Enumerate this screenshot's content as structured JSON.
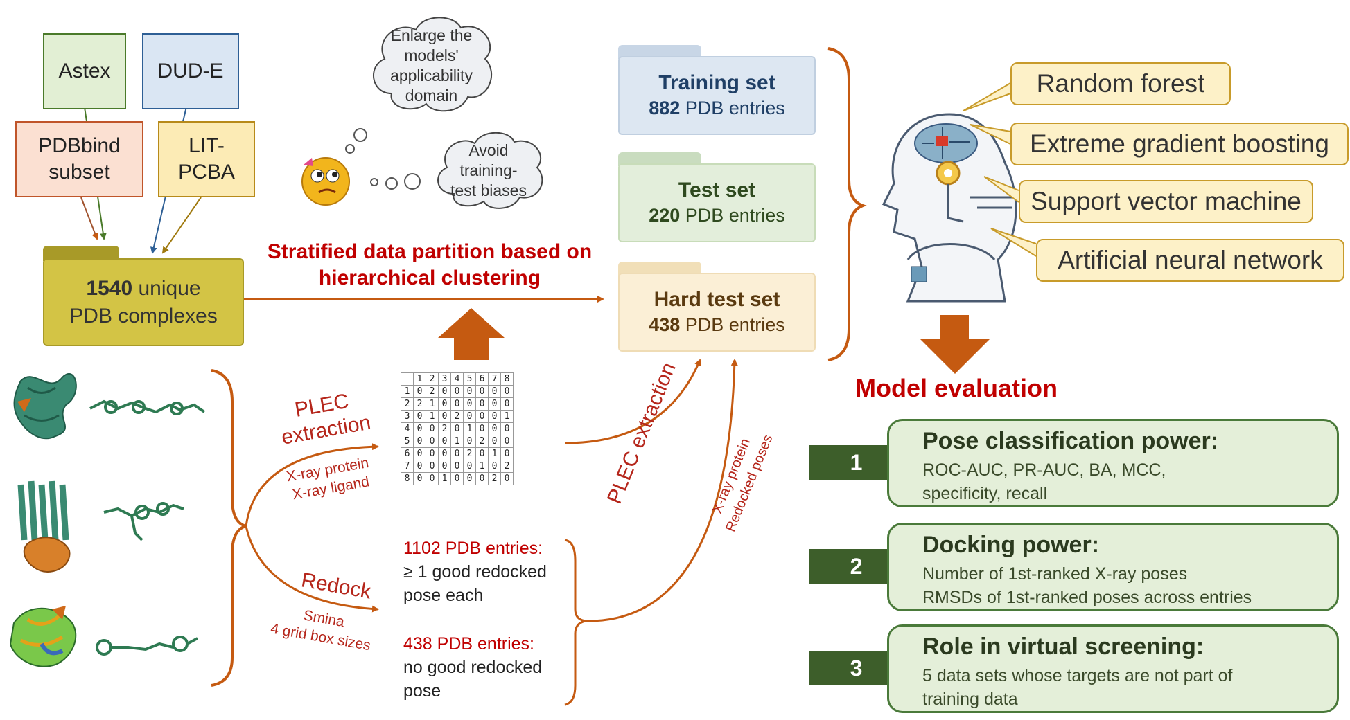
{
  "sources": {
    "astex": "Astex",
    "dude": "DUD-E",
    "pdbbind": [
      "PDBbind",
      "subset"
    ],
    "litpcba": [
      "LIT-",
      "PCBA"
    ]
  },
  "main_folder": {
    "count": "1540",
    "line1_rest": " unique",
    "line2": "PDB complexes"
  },
  "thought": {
    "cloud1": [
      "Enlarge the",
      "models'",
      "applicability",
      "domain"
    ],
    "cloud2": [
      "Avoid",
      "training-",
      "test biases"
    ]
  },
  "partition_label": [
    "Stratified data partition based on",
    "hierarchical clustering"
  ],
  "sets": {
    "training": {
      "title": "Training set",
      "count": "882",
      "unit": " PDB entries"
    },
    "test": {
      "title": "Test set",
      "count": "220",
      "unit": " PDB entries"
    },
    "hard": {
      "title": "Hard test set",
      "count": "438",
      "unit": " PDB entries"
    }
  },
  "models": [
    "Random forest",
    "Extreme gradient boosting",
    "Support vector machine",
    "Artificial neural network"
  ],
  "model_eval_title": "Model evaluation",
  "plec1": {
    "label": [
      "PLEC",
      "extraction"
    ],
    "sub": [
      "X-ray protein",
      "X-ray ligand"
    ]
  },
  "redock": {
    "label": "Redock",
    "sub": [
      "Smina",
      "4 grid box sizes"
    ]
  },
  "plec2": {
    "label": "PLEC extraction",
    "sub": [
      "X-ray protein",
      "Redocked poses"
    ]
  },
  "redock_results": {
    "good_count": "1102 PDB entries:",
    "good_desc": [
      "≥ 1 good redocked",
      "pose each"
    ],
    "bad_count": "438 PDB entries:",
    "bad_desc": [
      "no good redocked",
      "pose"
    ]
  },
  "matrix": {
    "header": [
      "",
      "1",
      "2",
      "3",
      "4",
      "5",
      "6",
      "7",
      "8"
    ],
    "rows": [
      [
        "1",
        "0",
        "2",
        "0",
        "0",
        "0",
        "0",
        "0",
        "0"
      ],
      [
        "2",
        "2",
        "1",
        "0",
        "0",
        "0",
        "0",
        "0",
        "0"
      ],
      [
        "3",
        "0",
        "1",
        "0",
        "2",
        "0",
        "0",
        "0",
        "1"
      ],
      [
        "4",
        "0",
        "0",
        "2",
        "0",
        "1",
        "0",
        "0",
        "0"
      ],
      [
        "5",
        "0",
        "0",
        "0",
        "1",
        "0",
        "2",
        "0",
        "0"
      ],
      [
        "6",
        "0",
        "0",
        "0",
        "0",
        "2",
        "0",
        "1",
        "0"
      ],
      [
        "7",
        "0",
        "0",
        "0",
        "0",
        "0",
        "1",
        "0",
        "2"
      ],
      [
        "8",
        "0",
        "0",
        "1",
        "0",
        "0",
        "0",
        "2",
        "0"
      ]
    ]
  },
  "evaluation": [
    {
      "num": "1",
      "title": "Pose classification power:",
      "lines": [
        "ROC-AUC, PR-AUC, BA, MCC,",
        "specificity, recall"
      ]
    },
    {
      "num": "2",
      "title": "Docking power:",
      "lines": [
        "Number of 1st-ranked X-ray poses",
        "RMSDs of 1st-ranked poses across entries"
      ]
    },
    {
      "num": "3",
      "title": "Role in virtual screening:",
      "lines": [
        "5 data sets whose targets are not part of",
        "training data"
      ]
    }
  ],
  "colors": {
    "arrow": "#c55a11",
    "red_text": "#c00000",
    "green_box": "#e4efd9",
    "badge": "#3d5e2a",
    "note": "#fdf1c8"
  }
}
